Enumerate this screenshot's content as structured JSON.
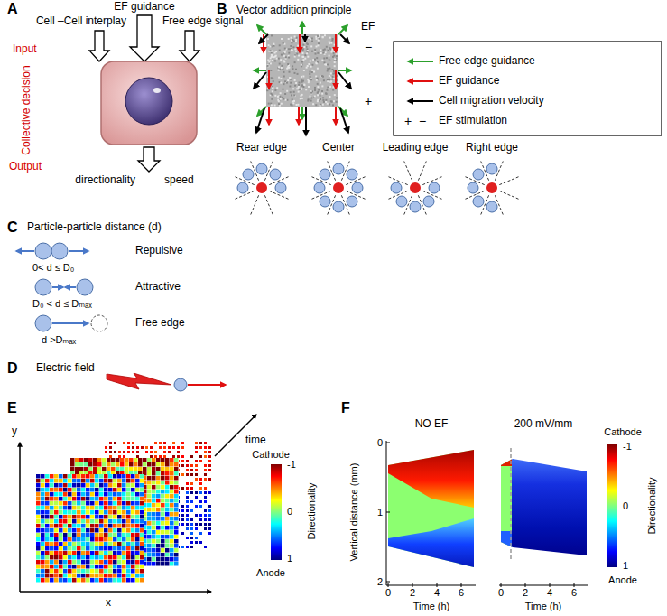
{
  "diagram": {
    "labels": [
      "A",
      "EF guidance",
      "Cell –Cell interplay",
      "Free edge signal",
      "Input",
      "Collective decision",
      "Output",
      "directionality",
      "speed",
      "B",
      "Vector addition principle",
      "EF",
      "−",
      "+",
      "+",
      "−",
      "Rear edge",
      "Center",
      "Leading edge",
      "Right edge",
      "C",
      "Particle-particle distance (d)",
      "Repulsive",
      "0< d ≤ D₀",
      "Attractive",
      "D₀ < d ≤ Dₘₐₓ",
      "Free edge",
      "d >Dₘₐₓ",
      "D",
      "Electric field",
      "E",
      "y",
      "time",
      "x",
      "Cathode",
      "-1",
      "0",
      "1",
      "Anode",
      "Directionality",
      "F",
      "NO EF",
      "200 mV/mm",
      "Vertical distance (mm)",
      "0",
      "1",
      "2",
      "0",
      "2",
      "4",
      "6",
      "Time (h)",
      "0",
      "2",
      "4",
      "6",
      "Time (h)",
      "Cathode",
      "-1",
      "0",
      "1",
      "Anode",
      "Directionality"
    ],
    "legend": [
      {
        "text": "Free edge guidance"
      },
      {
        "text": "EF guidance"
      },
      {
        "text": "Cell migration velocity"
      },
      {
        "text": "EF stimulation"
      }
    ]
  }
}
